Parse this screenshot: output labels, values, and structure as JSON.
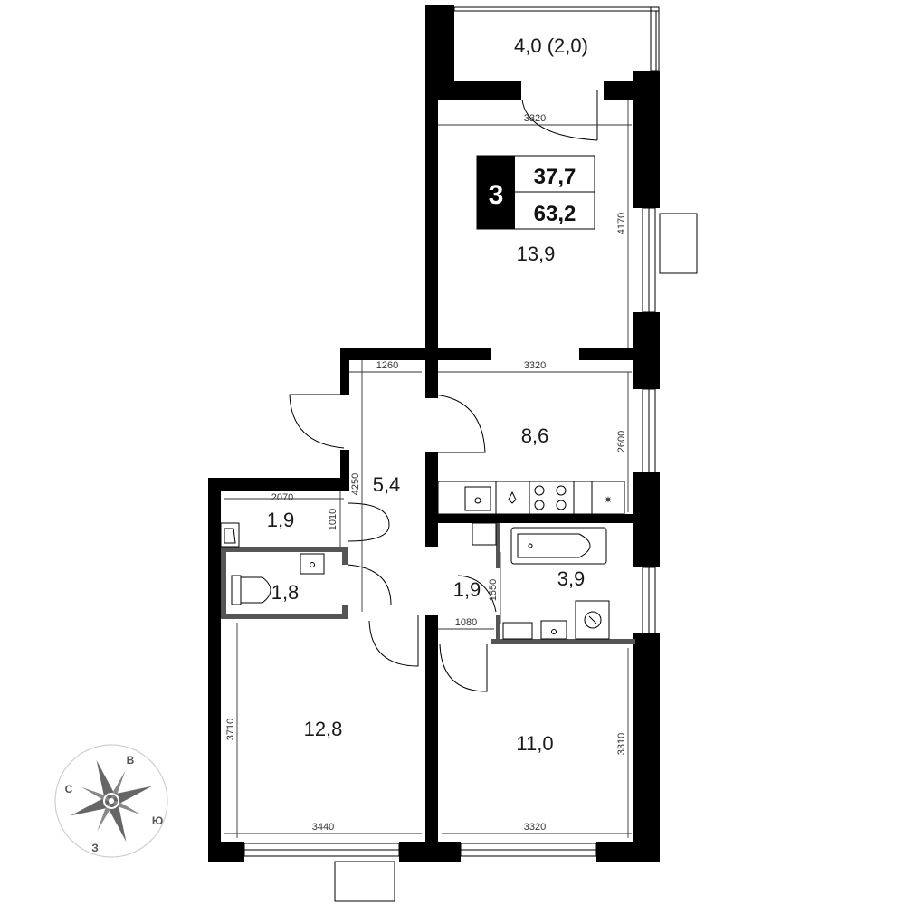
{
  "badge": {
    "rooms": "3",
    "living_area": "37,7",
    "total_area": "63,2"
  },
  "rooms": [
    {
      "id": "balcony",
      "label": "4,0 (2,0)"
    },
    {
      "id": "bedroom-top",
      "label": "13,9"
    },
    {
      "id": "kitchen",
      "label": "8,6"
    },
    {
      "id": "hall",
      "label": "5,4"
    },
    {
      "id": "wardrobe",
      "label": "1,9"
    },
    {
      "id": "toilet",
      "label": "1,8"
    },
    {
      "id": "corridor",
      "label": "1,9"
    },
    {
      "id": "bathroom",
      "label": "3,9"
    },
    {
      "id": "bedroom-left",
      "label": "12,8"
    },
    {
      "id": "bedroom-right",
      "label": "11,0"
    }
  ],
  "dimensions": {
    "top_width": "3320",
    "top_height": "4170",
    "hall_width": "1260",
    "kitchen_width": "3320",
    "kitchen_height": "2600",
    "hall_height": "4250",
    "wardrobe_width": "2070",
    "wardrobe_height": "1010",
    "corridor_height": "1550",
    "corridor_width": "1080",
    "left_height": "3710",
    "left_width": "3440",
    "right_width": "3320",
    "right_height": "3310"
  },
  "compass": {
    "north": "С",
    "east": "В",
    "south": "Ю",
    "west": "З"
  }
}
